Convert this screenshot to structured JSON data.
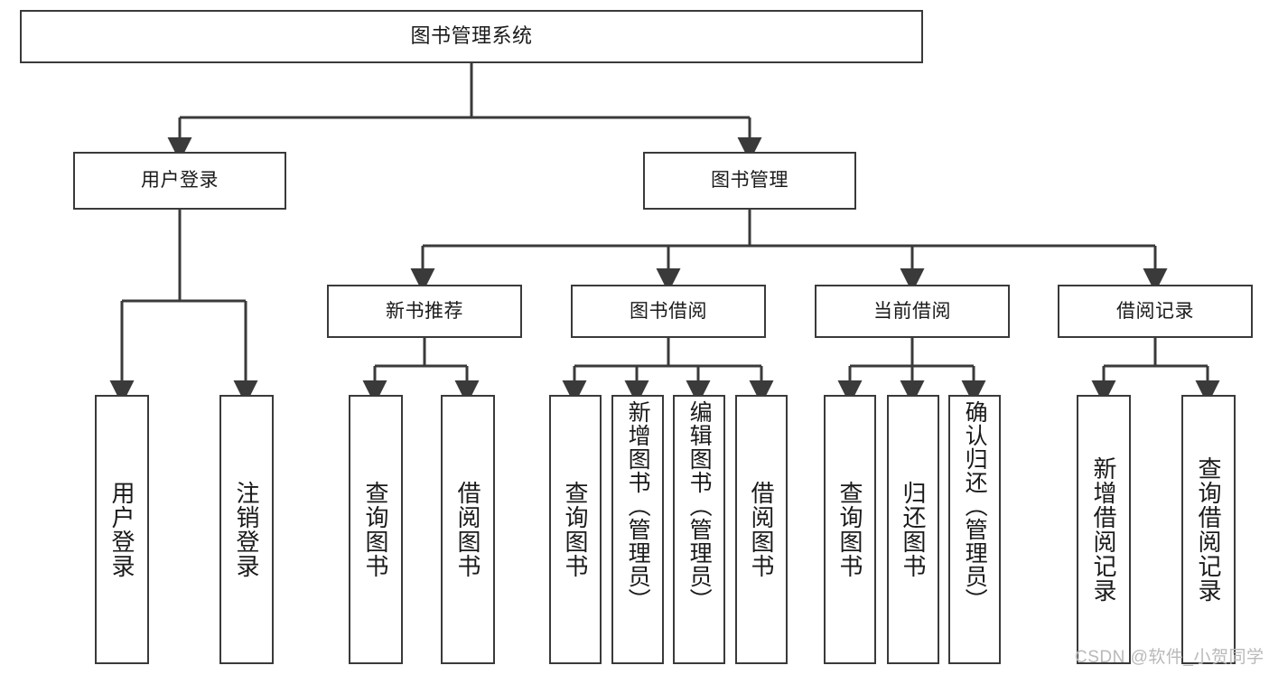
{
  "diagram": {
    "title": "图书管理系统",
    "type": "tree-hierarchy",
    "watermark": "CSDN @软件_小贺同学",
    "colors": {
      "stroke": "#3a3a3a",
      "fill": "#ffffff",
      "text": "#1a1a1a",
      "watermark": "#b9b9b9"
    },
    "levels": {
      "root": [
        "图书管理系统"
      ],
      "level2": [
        "用户登录",
        "图书管理"
      ],
      "level3": [
        "新书推荐",
        "图书借阅",
        "当前借阅",
        "借阅记录"
      ],
      "leaves": [
        "用户登录",
        "注销登录",
        "查询图书",
        "借阅图书",
        "查询图书",
        "新增图书（管理员）",
        "编辑图书（管理员）",
        "借阅图书",
        "查询图书",
        "归还图书",
        "确认归还（管理员）",
        "新增借阅记录",
        "查询借阅记录"
      ]
    },
    "nodes": {
      "root": {
        "label": "图书管理系统"
      },
      "user_login": {
        "label": "用户登录"
      },
      "book_mgmt": {
        "label": "图书管理"
      },
      "new_book_rec": {
        "label": "新书推荐"
      },
      "book_borrow": {
        "label": "图书借阅"
      },
      "current_borrow": {
        "label": "当前借阅"
      },
      "borrow_record": {
        "label": "借阅记录"
      },
      "leaf_user_login": {
        "label": "用户登录"
      },
      "leaf_logout": {
        "label": "注销登录"
      },
      "leaf_rec_query": {
        "label": "查询图书"
      },
      "leaf_rec_borrow": {
        "label": "借阅图书"
      },
      "leaf_bb_query": {
        "label": "查询图书"
      },
      "leaf_bb_add": {
        "label": "新增图书（管理员）"
      },
      "leaf_bb_edit": {
        "label": "编辑图书（管理员）"
      },
      "leaf_bb_borrow": {
        "label": "借阅图书"
      },
      "leaf_cb_query": {
        "label": "查询图书"
      },
      "leaf_cb_return": {
        "label": "归还图书"
      },
      "leaf_cb_confirm": {
        "label": "确认归还（管理员）"
      },
      "leaf_br_add": {
        "label": "新增借阅记录"
      },
      "leaf_br_query": {
        "label": "查询借阅记录"
      }
    }
  }
}
